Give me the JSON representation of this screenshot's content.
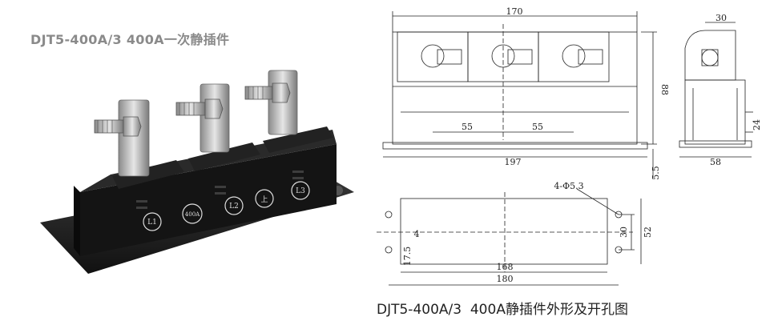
{
  "title": "DJT5-400A/3 400A一次静插件",
  "caption": "DJT5-400A/3  400A静插件外形及开孔图",
  "photo": {
    "labels": [
      "L1",
      "400A",
      "L2",
      "上",
      "L3"
    ]
  },
  "front_view": {
    "dim_total_width": "170",
    "dim_height": "88",
    "dim_spacing_left": "55",
    "dim_spacing_right": "55",
    "dim_base_width": "197",
    "dim_base_thickness": "5.5"
  },
  "side_view": {
    "dim_top": "30",
    "dim_height": "24",
    "dim_width": "58"
  },
  "cutout": {
    "hole_spec": "4-Φ5.3",
    "dim_hole_spacing_v": "30",
    "dim_outer_v": "52",
    "dim_offset": "4",
    "dim_left_v": "17.5",
    "dim_inner_width": "168",
    "dim_outer_width": "180"
  }
}
